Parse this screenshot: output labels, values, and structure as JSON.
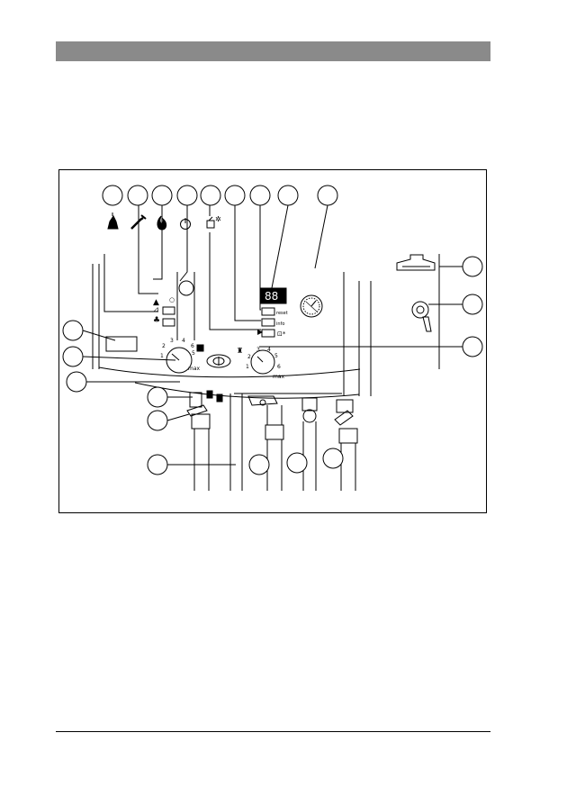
{
  "panel": {
    "dial_left_scale": [
      "1",
      "2",
      "3",
      "4",
      "5",
      "6",
      "max"
    ],
    "dial_right_scale": [
      "1",
      "2",
      "3",
      "4",
      "5",
      "6",
      "max"
    ],
    "display_digits": "88",
    "button_labels": {
      "reset": "reset",
      "info": "info"
    }
  },
  "colors": {
    "header_bar": "#8a8a8a",
    "line": "#000000",
    "background": "#ffffff"
  },
  "icons": [
    "chimney-sweep-icon",
    "wrench-icon",
    "flame-icon",
    "power-icon",
    "tank-frost-icon",
    "thermometer-icon",
    "radiator-icon",
    "pressure-gauge-icon"
  ]
}
